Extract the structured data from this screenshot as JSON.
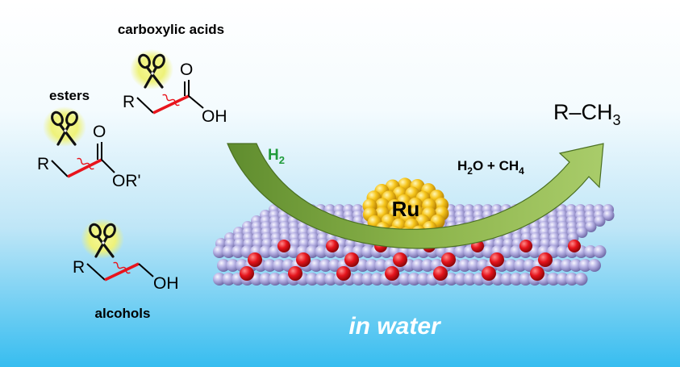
{
  "labels": {
    "carboxylic": "carboxylic acids",
    "esters": "esters",
    "alcohols": "alcohols",
    "product": "R–CH",
    "product_sub": "3",
    "h2": "H",
    "h2_sub": "2",
    "byproduct_a": "H",
    "byproduct_a_sub": "2",
    "byproduct_b": "O + CH",
    "byproduct_b_sub": "4",
    "catalyst": "Ru",
    "medium": "in water"
  },
  "molecules": {
    "acid": {
      "r": "R",
      "o": "O",
      "oh": "OH"
    },
    "ester": {
      "r": "R",
      "o": "O",
      "or": "OR'"
    },
    "alcohol": {
      "r": "R",
      "oh": "OH"
    }
  },
  "colors": {
    "cleave_bond": "#e8141c",
    "scissors_glow": "#f2f58a",
    "arrow_green": "#7aa63a",
    "h2_green": "#1f9b3a",
    "catalyst_gold": "#f4c21a",
    "atom_lavender": "#b8b3e6",
    "atom_red": "#e0141c",
    "medium_text": "#ffffff"
  },
  "icons": [
    "scissors-icon"
  ]
}
